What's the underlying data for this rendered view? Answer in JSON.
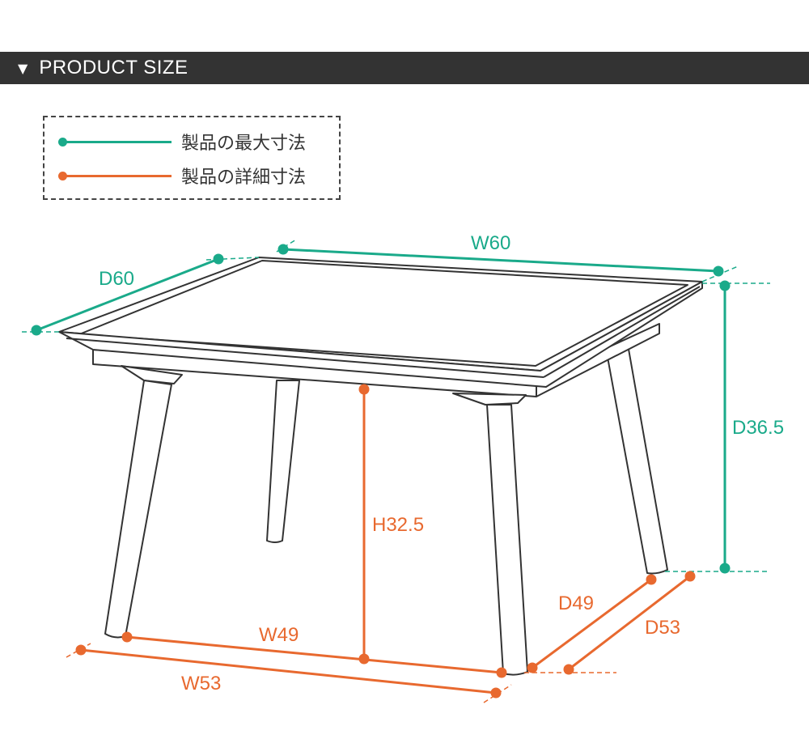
{
  "header": {
    "icon": "triangle-down-icon",
    "title": "PRODUCT SIZE"
  },
  "legend": [
    {
      "label": "製品の最大寸法",
      "color": "#1aaa8a"
    },
    {
      "label": "製品の詳細寸法",
      "color": "#e8692f"
    }
  ],
  "dimensions": {
    "max": {
      "depth": "D60",
      "width": "W60",
      "height": "D36.5"
    },
    "detail": {
      "height": "H32.5",
      "inner_width": "W49",
      "outer_width": "W53",
      "inner_depth": "D49",
      "outer_depth": "D53"
    }
  },
  "colors": {
    "teal": "#1aaa8a",
    "orange": "#e8692f",
    "header": "#333333",
    "line": "#333333"
  }
}
